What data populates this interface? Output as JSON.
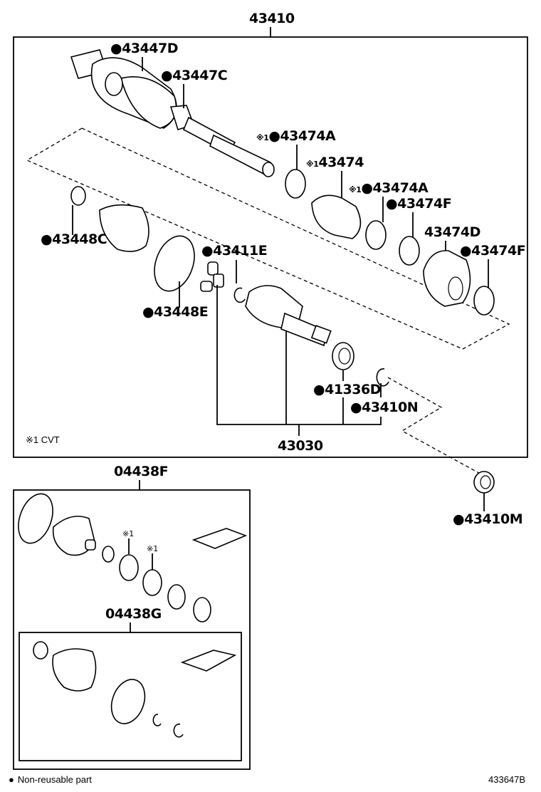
{
  "diagram": {
    "assembly_label": "43410",
    "assembly_note": "※1 CVT",
    "legend_text": "Non-reusable part",
    "diagram_id": "433647B",
    "parts": {
      "p43447D": {
        "label": "43447D",
        "nonreusable": true,
        "note": ""
      },
      "p43447C": {
        "label": "43447C",
        "nonreusable": true,
        "note": ""
      },
      "p43474A_1": {
        "label": "43474A",
        "nonreusable": true,
        "note": "※1"
      },
      "p43474": {
        "label": "43474",
        "nonreusable": false,
        "note": "※1"
      },
      "p43474A_2": {
        "label": "43474A",
        "nonreusable": true,
        "note": "※1"
      },
      "p43474F_1": {
        "label": "43474F",
        "nonreusable": true,
        "note": ""
      },
      "p43474D": {
        "label": "43474D",
        "nonreusable": false,
        "note": ""
      },
      "p43474F_2": {
        "label": "43474F",
        "nonreusable": true,
        "note": ""
      },
      "p43448C": {
        "label": "43448C",
        "nonreusable": true,
        "note": ""
      },
      "p43411E": {
        "label": "43411E",
        "nonreusable": true,
        "note": ""
      },
      "p43448E": {
        "label": "43448E",
        "nonreusable": true,
        "note": ""
      },
      "p41336D": {
        "label": "41336D",
        "nonreusable": true,
        "note": ""
      },
      "p43410N": {
        "label": "43410N",
        "nonreusable": true,
        "note": ""
      },
      "p43030": {
        "label": "43030",
        "nonreusable": false,
        "note": ""
      },
      "p43410M": {
        "label": "43410M",
        "nonreusable": true,
        "note": ""
      }
    },
    "kit_F": {
      "label": "04438F",
      "notes": [
        "※1",
        "※1"
      ]
    },
    "kit_G": {
      "label": "04438G"
    }
  },
  "symbols": {
    "nonreusable_bullet": "●"
  }
}
